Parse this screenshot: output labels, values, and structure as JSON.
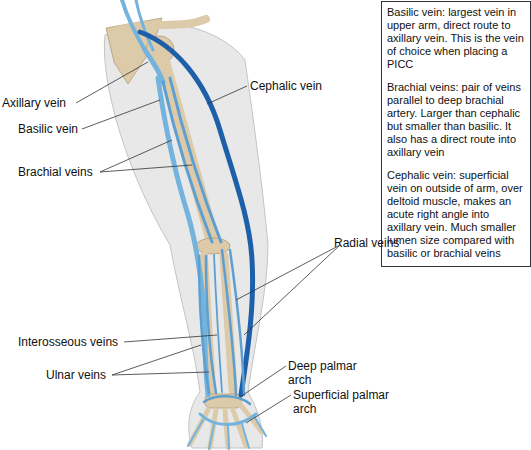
{
  "diagram": {
    "nodes": [
      {
        "text": [
          "Basilic vein: largest vein in upper arm, direct route to axillary vein. This is the vein of choice when placing a PICC",
          "Brachial veins: pair of veins parallel to deep brachial artery. Larger than cephalic but smaller than basilic. It also has a direct route into axillary vein",
          "Cephalic vein: superficial vein on outside of arm, over deltoid muscle, makes an acute right angle into axillary vein. Much smaller lumen size compared with basilic or brachial veins"
        ]
      }
    ],
    "labels": [
      "Axillary vein",
      "Basilic vein",
      "Brachial veins",
      "Cephalic vein",
      "Radial veins",
      "Interosseous veins",
      "Ulnar veins",
      "Deep palmar arch",
      "Superficial palmar arch"
    ]
  }
}
